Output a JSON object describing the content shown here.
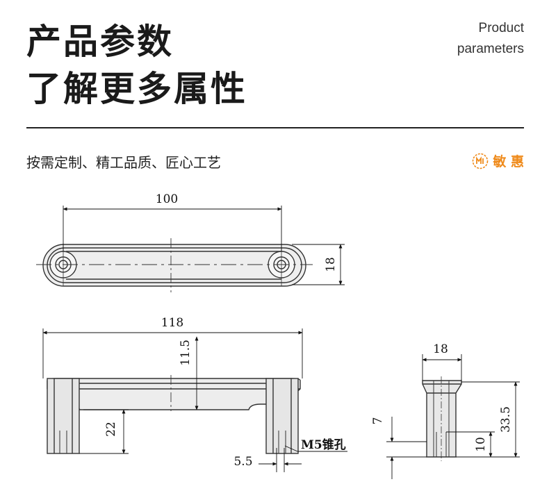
{
  "header": {
    "title_line1": "产品参数",
    "title_line2": "了解更多属性",
    "en_line1": "Product",
    "en_line2": "parameters"
  },
  "tagline": "按需定制、精工品质、匠心工艺",
  "brand": {
    "name": "敏 惠",
    "color": "#ef8a1a",
    "icon": "brand-logo-icon"
  },
  "drawing": {
    "top_view": {
      "hole_spacing": "100",
      "width": "18"
    },
    "front_view": {
      "length": "118",
      "depth": "11.5",
      "leg_height": "22",
      "hole_dia": "5.5",
      "thread": "M5锥孔"
    },
    "side_view": {
      "width": "18",
      "height": "33.5",
      "step": "7",
      "thread_depth": "10"
    }
  }
}
